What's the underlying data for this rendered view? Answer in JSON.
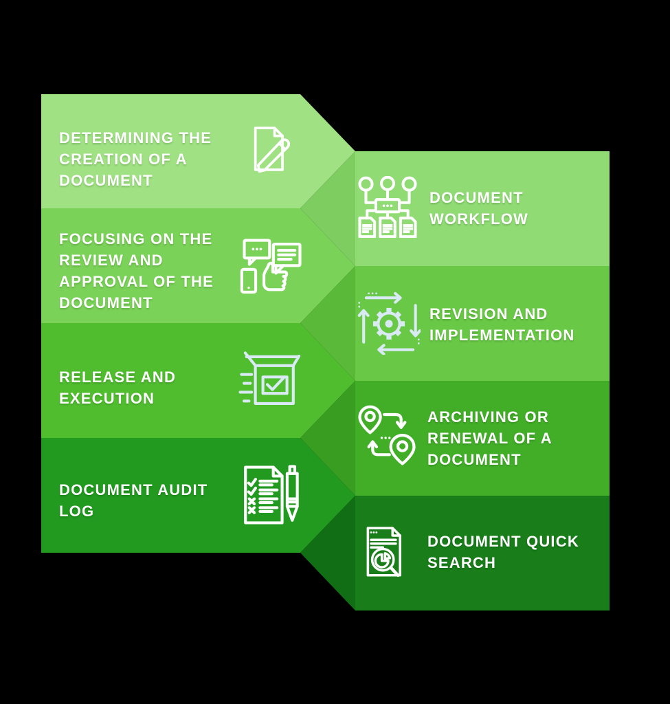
{
  "title": "Document management process infographic",
  "background": "#000000",
  "text_color": "#FFFFFF",
  "steps": [
    {
      "id": 1,
      "side": "left",
      "label": "DETERMINING THE\nCREATION OF A\nDOCUMENT",
      "icon": "document-pencil-icon",
      "color": "#A0E183",
      "icon_color": "#FFFFFF"
    },
    {
      "id": 2,
      "side": "right",
      "label": "DOCUMENT\nWORKFLOW",
      "icon": "workflow-icon",
      "color": "#90DB74",
      "shadow_color": "#7ECD61",
      "icon_color": "#FFFFFF"
    },
    {
      "id": 3,
      "side": "left",
      "label": "FOCUSING ON THE\nREVIEW AND\nAPPROVAL OF THE\nDOCUMENT",
      "icon": "thumbs-up-review-icon",
      "color": "#7BD258",
      "icon_color": "#FFFFFF"
    },
    {
      "id": 4,
      "side": "right",
      "label": "REVISION AND\nIMPLEMENTATION",
      "icon": "gear-cycle-icon",
      "color": "#69C846",
      "shadow_color": "#5BB93A",
      "icon_color": "#D9EAF4"
    },
    {
      "id": 5,
      "side": "left",
      "label": "RELEASE AND\nEXECUTION",
      "icon": "box-check-icon",
      "color": "#50BD2F",
      "icon_color": "#D9EAF4"
    },
    {
      "id": 6,
      "side": "right",
      "label": "ARCHIVING OR\nRENEWAL OF A\nDOCUMENT",
      "icon": "map-pins-route-icon",
      "color": "#42AE28",
      "shadow_color": "#389D21",
      "icon_color": "#FFFFFF"
    },
    {
      "id": 7,
      "side": "left",
      "label": "DOCUMENT AUDIT\nLOG",
      "icon": "checklist-pen-icon",
      "color": "#219A1F",
      "icon_color": "#FFFFFF"
    },
    {
      "id": 8,
      "side": "right",
      "label": "DOCUMENT QUICK\nSEARCH",
      "icon": "document-search-icon",
      "color": "#197D1A",
      "shadow_color": "#126E15",
      "icon_color": "#FFFFFF"
    }
  ]
}
